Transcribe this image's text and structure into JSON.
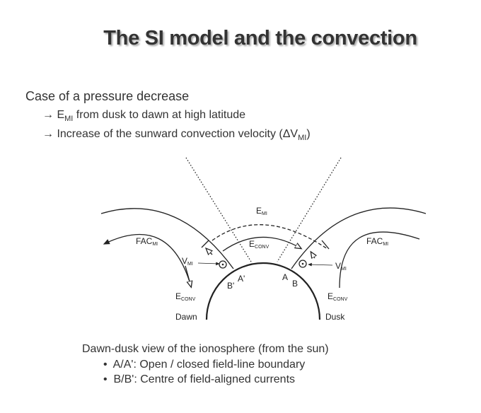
{
  "title": "The SI model and the convection",
  "case": "Case of a pressure decrease",
  "points": [
    {
      "arrow": "→",
      "pre": "E",
      "sub": "MI",
      "post": " from dusk to dawn at high latitude"
    },
    {
      "arrow": "→",
      "pre": "Increase of the sunward convection velocity  (ΔV",
      "sub": "MI",
      "post": ")"
    }
  ],
  "diagram": {
    "e_mi": {
      "main": "E",
      "sub": "MI"
    },
    "e_conv": {
      "main": "E",
      "sub": "CONV"
    },
    "fac_mi": {
      "main": "FAC",
      "sub": "MI"
    },
    "v_mi": {
      "main": "V",
      "sub": "MI"
    },
    "a": "A",
    "a_prime": "A'",
    "b": "B",
    "b_prime": "B'",
    "dawn": "Dawn",
    "dusk": "Dusk"
  },
  "caption": "Dawn-dusk view of the ionosphere  (from the sun)",
  "bullets": [
    "A/A': Open / closed field-line boundary",
    "B/B': Centre of field-aligned currents"
  ],
  "bullet_symbol": "•"
}
